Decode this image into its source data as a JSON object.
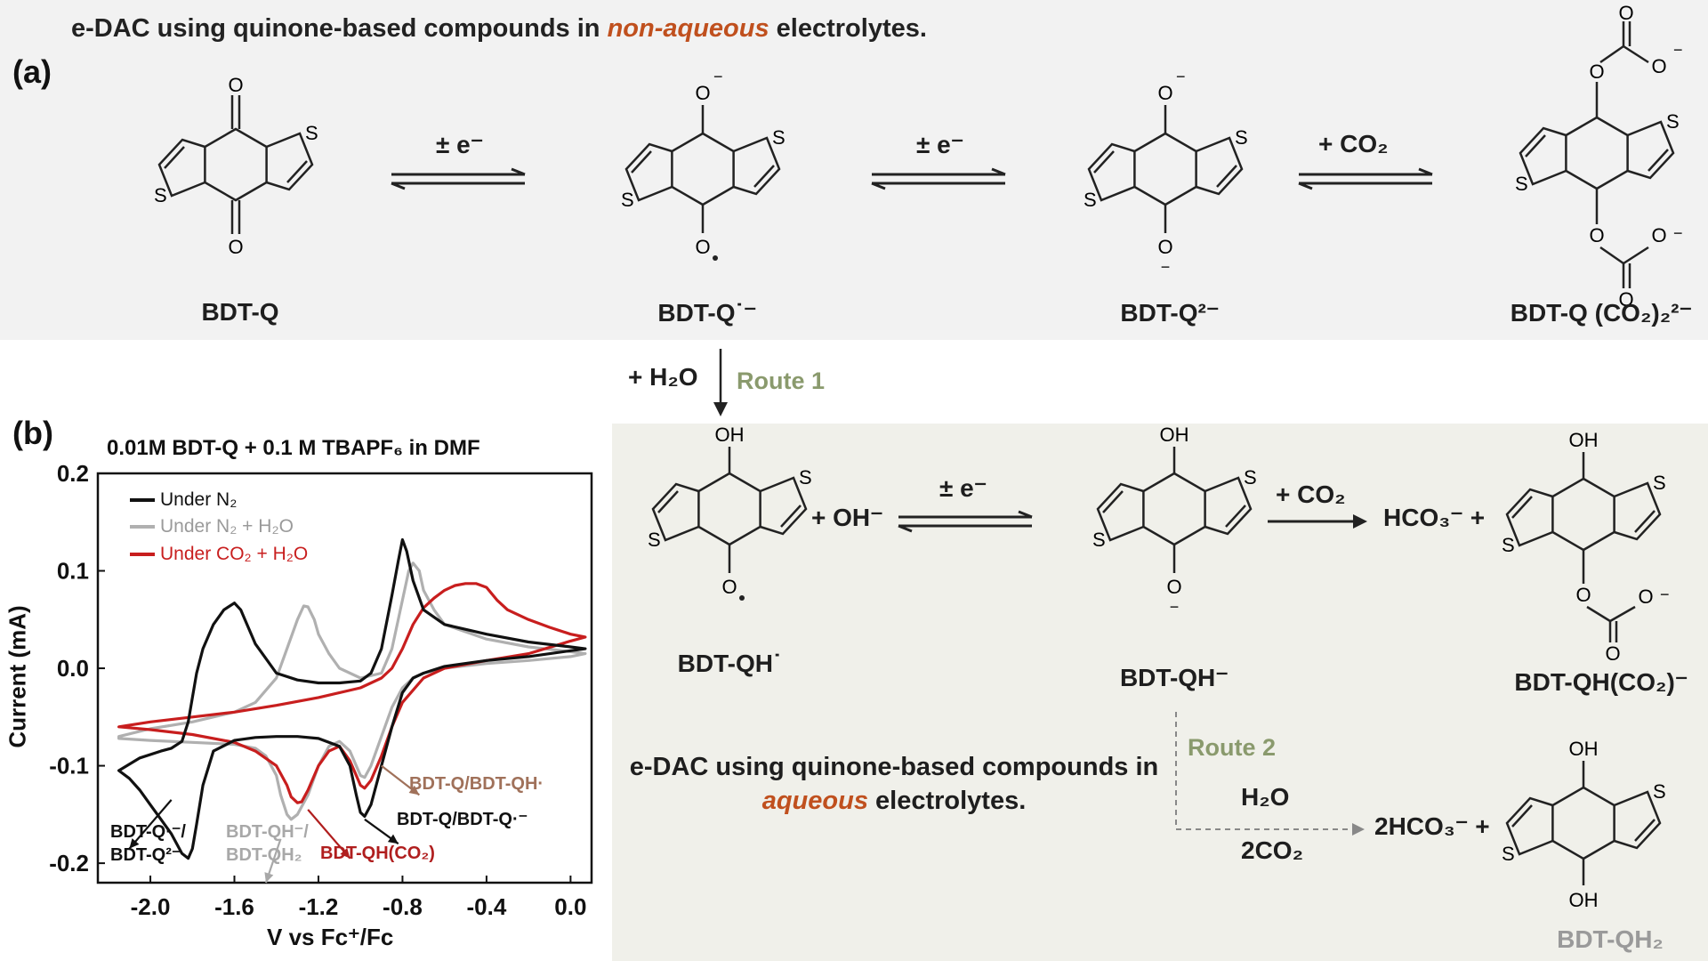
{
  "panel_a": {
    "tag": "(a)",
    "header_prefix": "e-DAC using quinone-based compounds in ",
    "header_highlight": "non-aqueous",
    "header_suffix": " electrolytes.",
    "arrow1": "± e⁻",
    "arrow2": "± e⁻",
    "arrow3": "+ CO₂",
    "compounds": [
      {
        "label": "BDT-Q"
      },
      {
        "label": "BDT-Q˙⁻"
      },
      {
        "label": "BDT-Q²⁻"
      },
      {
        "label": "BDT-Q (CO₂)₂²⁻"
      }
    ]
  },
  "route1": {
    "reagent": "+ H₂O",
    "label": "Route 1"
  },
  "panel_b": {
    "tag": "(b)",
    "aqueous_prefix": "e-DAC using quinone-based compounds in ",
    "aqueous_highlight": "aqueous",
    "aqueous_suffix": " electrolytes.",
    "plus_oh": "+ OH⁻",
    "arrow_e": "± e⁻",
    "plus_co2": "+ CO₂",
    "hco3_plus": "HCO₃⁻ +",
    "route2_label": "Route 2",
    "route2_top": "H₂O",
    "route2_bottom": "2CO₂",
    "route2_product": "2HCO₃⁻ +",
    "compounds": [
      {
        "label": "BDT-QH˙"
      },
      {
        "label": "BDT-QH⁻"
      },
      {
        "label": "BDT-QH(CO₂)⁻"
      },
      {
        "label": "BDT-QH₂"
      }
    ]
  },
  "chart_data": {
    "type": "line",
    "title": "0.01M BDT-Q + 0.1 M TBAPF₆ in DMF",
    "xlabel": "V vs Fc⁺/Fc",
    "ylabel": "Current (mA)",
    "xlim": [
      -2.25,
      0.1
    ],
    "ylim": [
      -0.22,
      0.2
    ],
    "xticks": [
      "-2.0",
      "-1.6",
      "-1.2",
      "-0.8",
      "-0.4",
      "0.0"
    ],
    "xtick_values": [
      -2.0,
      -1.6,
      -1.2,
      -0.8,
      -0.4,
      0.0
    ],
    "yticks": [
      "-0.2",
      "-0.1",
      "0.0",
      "0.1",
      "0.2"
    ],
    "ytick_values": [
      -0.2,
      -0.1,
      0.0,
      0.1,
      0.2
    ],
    "legend_placement": "top-left",
    "series": [
      {
        "name": "Under N₂",
        "color": "#111111",
        "x": [
          -2.15,
          -2.05,
          -1.95,
          -1.9,
          -1.85,
          -1.82,
          -1.8,
          -1.78,
          -1.75,
          -1.7,
          -1.65,
          -1.6,
          -1.57,
          -1.55,
          -1.52,
          -1.5,
          -1.45,
          -1.4,
          -1.3,
          -1.2,
          -1.1,
          -1.0,
          -0.95,
          -0.9,
          -0.85,
          -0.82,
          -0.8,
          -0.78,
          -0.75,
          -0.7,
          -0.6,
          -0.4,
          -0.2,
          0.0,
          0.07,
          0.0,
          -0.2,
          -0.4,
          -0.6,
          -0.7,
          -0.75,
          -0.8,
          -0.85,
          -0.9,
          -0.95,
          -0.98,
          -1.0,
          -1.02,
          -1.05,
          -1.1,
          -1.2,
          -1.3,
          -1.4,
          -1.5,
          -1.6,
          -1.7,
          -1.75,
          -1.78,
          -1.8,
          -1.82,
          -1.85,
          -1.9,
          -1.95,
          -2.0,
          -2.05,
          -2.1,
          -2.15
        ],
        "y": [
          -0.105,
          -0.092,
          -0.085,
          -0.082,
          -0.075,
          -0.055,
          -0.03,
          -0.005,
          0.02,
          0.045,
          0.06,
          0.067,
          0.06,
          0.05,
          0.035,
          0.025,
          0.01,
          -0.005,
          -0.012,
          -0.015,
          -0.015,
          -0.013,
          -0.005,
          0.02,
          0.075,
          0.11,
          0.132,
          0.12,
          0.09,
          0.06,
          0.045,
          0.035,
          0.027,
          0.022,
          0.02,
          0.018,
          0.012,
          0.008,
          0.002,
          -0.005,
          -0.01,
          -0.025,
          -0.06,
          -0.1,
          -0.14,
          -0.152,
          -0.148,
          -0.13,
          -0.1,
          -0.08,
          -0.072,
          -0.07,
          -0.07,
          -0.071,
          -0.074,
          -0.085,
          -0.12,
          -0.16,
          -0.185,
          -0.195,
          -0.19,
          -0.17,
          -0.155,
          -0.14,
          -0.125,
          -0.113,
          -0.105
        ]
      },
      {
        "name": "Under N₂ + H₂O",
        "color": "#b0b0b0",
        "x": [
          -2.15,
          -2.0,
          -1.8,
          -1.6,
          -1.5,
          -1.4,
          -1.35,
          -1.3,
          -1.27,
          -1.25,
          -1.22,
          -1.2,
          -1.15,
          -1.1,
          -1.0,
          -0.9,
          -0.85,
          -0.8,
          -0.77,
          -0.75,
          -0.72,
          -0.7,
          -0.65,
          -0.6,
          -0.4,
          -0.2,
          0.0,
          0.07,
          0.0,
          -0.2,
          -0.4,
          -0.6,
          -0.7,
          -0.75,
          -0.8,
          -0.85,
          -0.9,
          -0.95,
          -0.98,
          -1.0,
          -1.02,
          -1.05,
          -1.1,
          -1.15,
          -1.2,
          -1.25,
          -1.3,
          -1.33,
          -1.35,
          -1.38,
          -1.4,
          -1.45,
          -1.5,
          -1.6,
          -1.8,
          -2.0,
          -2.15
        ],
        "y": [
          -0.07,
          -0.062,
          -0.055,
          -0.045,
          -0.035,
          -0.01,
          0.02,
          0.05,
          0.064,
          0.063,
          0.05,
          0.035,
          0.015,
          0.0,
          -0.01,
          -0.005,
          0.02,
          0.07,
          0.1,
          0.108,
          0.1,
          0.08,
          0.06,
          0.045,
          0.03,
          0.022,
          0.017,
          0.015,
          0.012,
          0.008,
          0.005,
          0.0,
          -0.005,
          -0.01,
          -0.02,
          -0.04,
          -0.07,
          -0.1,
          -0.112,
          -0.11,
          -0.1,
          -0.085,
          -0.075,
          -0.08,
          -0.1,
          -0.13,
          -0.15,
          -0.155,
          -0.15,
          -0.13,
          -0.11,
          -0.09,
          -0.082,
          -0.078,
          -0.076,
          -0.074,
          -0.072
        ]
      },
      {
        "name": "Under CO₂ + H₂O",
        "color": "#c81e1e",
        "x": [
          -2.15,
          -2.0,
          -1.8,
          -1.6,
          -1.4,
          -1.2,
          -1.0,
          -0.9,
          -0.85,
          -0.8,
          -0.75,
          -0.7,
          -0.65,
          -0.6,
          -0.55,
          -0.5,
          -0.45,
          -0.4,
          -0.35,
          -0.3,
          -0.2,
          -0.1,
          0.0,
          0.07,
          0.0,
          -0.2,
          -0.4,
          -0.6,
          -0.7,
          -0.8,
          -0.85,
          -0.9,
          -0.95,
          -0.98,
          -1.0,
          -1.02,
          -1.05,
          -1.1,
          -1.15,
          -1.2,
          -1.25,
          -1.28,
          -1.3,
          -1.33,
          -1.35,
          -1.4,
          -1.5,
          -1.6,
          -1.8,
          -2.0,
          -2.15
        ],
        "y": [
          -0.06,
          -0.055,
          -0.05,
          -0.045,
          -0.038,
          -0.03,
          -0.02,
          -0.01,
          0.0,
          0.02,
          0.045,
          0.062,
          0.072,
          0.08,
          0.085,
          0.087,
          0.087,
          0.083,
          0.07,
          0.06,
          0.05,
          0.042,
          0.035,
          0.032,
          0.028,
          0.015,
          0.008,
          0.0,
          -0.01,
          -0.035,
          -0.06,
          -0.09,
          -0.115,
          -0.123,
          -0.12,
          -0.11,
          -0.095,
          -0.08,
          -0.085,
          -0.1,
          -0.125,
          -0.137,
          -0.138,
          -0.132,
          -0.12,
          -0.1,
          -0.085,
          -0.076,
          -0.068,
          -0.063,
          -0.06
        ]
      }
    ],
    "annotations": [
      {
        "name": "ann-bdtq-rad-q2",
        "lines": [
          "BDT-Q·⁻/",
          "BDT-Q²⁻"
        ],
        "color": "#111111"
      },
      {
        "name": "ann-bdtqh-qh2",
        "lines": [
          "BDT-QH⁻/",
          "BDT-QH₂"
        ],
        "color": "#a8a8a8"
      },
      {
        "name": "ann-bdtqh-co2",
        "lines": [
          "BDT-QH(CO₂)"
        ],
        "color": "#b01e1e"
      },
      {
        "name": "ann-bdtq-bdtq-rad",
        "lines": [
          "BDT-Q/BDT-Q·⁻"
        ],
        "color": "#111111"
      },
      {
        "name": "ann-bdtq-bdtqh-rad",
        "lines": [
          "BDT-Q/BDT-QH·"
        ],
        "color": "#a0715a"
      }
    ]
  }
}
